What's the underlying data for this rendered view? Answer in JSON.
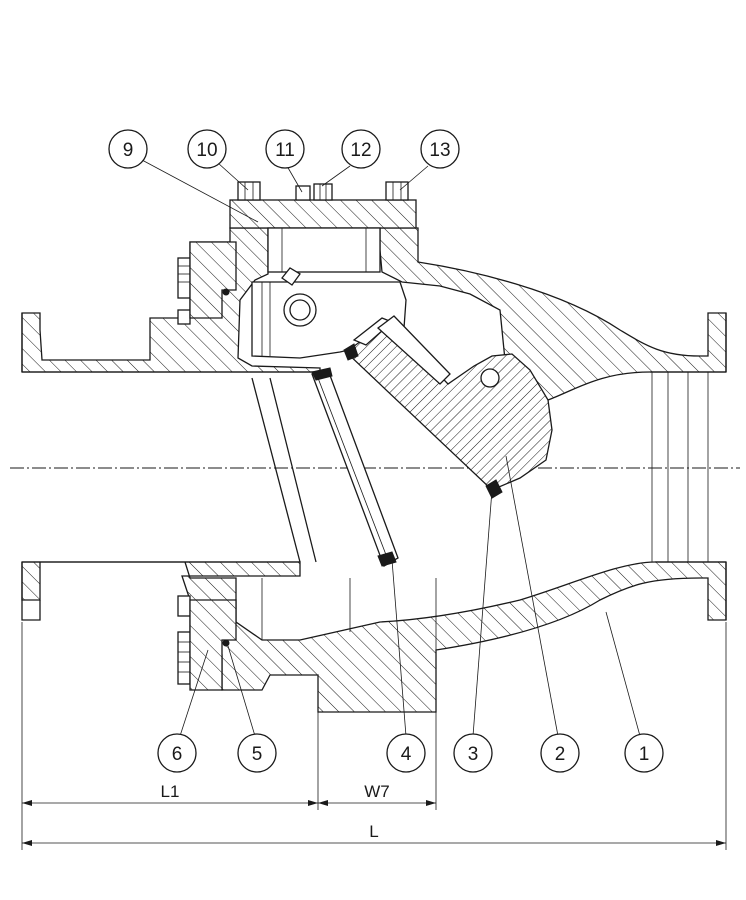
{
  "callouts": [
    {
      "label": "9",
      "target": "cover-bolt-flange"
    },
    {
      "label": "10",
      "target": "cover-bolt-left"
    },
    {
      "label": "11",
      "target": "cover-center-plug"
    },
    {
      "label": "12",
      "target": "cover-center-nut"
    },
    {
      "label": "13",
      "target": "cover-bolt-right"
    },
    {
      "label": "6",
      "target": "seat-ring-flange"
    },
    {
      "label": "5",
      "target": "seat-o-ring"
    },
    {
      "label": "4",
      "target": "seat-ring"
    },
    {
      "label": "3",
      "target": "disc-seal"
    },
    {
      "label": "2",
      "target": "disc"
    },
    {
      "label": "1",
      "target": "body"
    }
  ],
  "dimensions": {
    "L1": "L1",
    "W7": "W7",
    "L": "L"
  }
}
